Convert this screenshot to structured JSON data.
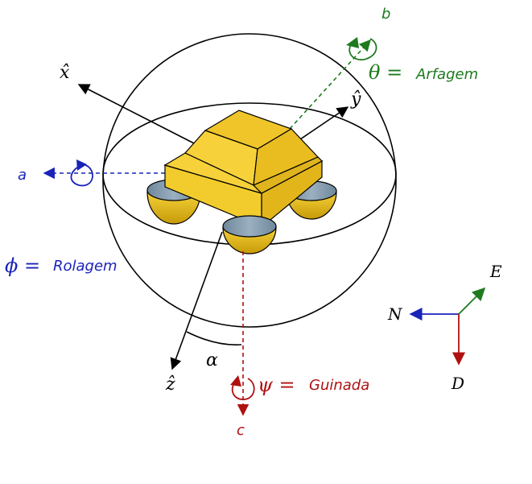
{
  "axes": {
    "x_hat": "x̂",
    "y_hat": "ŷ",
    "z_hat": "ẑ",
    "alpha": "α"
  },
  "rotations": {
    "pitch": {
      "axis": "b",
      "symbol": "θ =",
      "name": "Arfagem",
      "color": "#1e7a1e"
    },
    "roll": {
      "axis": "a",
      "symbol": "ϕ =",
      "name": "Rolagem",
      "color": "#1a23b8"
    },
    "yaw": {
      "axis": "c",
      "symbol": "ψ =",
      "name": "Guinada",
      "color": "#b01010"
    }
  },
  "ned": {
    "north": "N",
    "east": "E",
    "down": "D"
  },
  "colors": {
    "body_top": "#f7d538",
    "body_side": "#e8be1e",
    "body_dark": "#c9a310",
    "rotor_disc": "#7f95a8",
    "rotor_dome": "#e2b41c",
    "outline": "#000000"
  }
}
